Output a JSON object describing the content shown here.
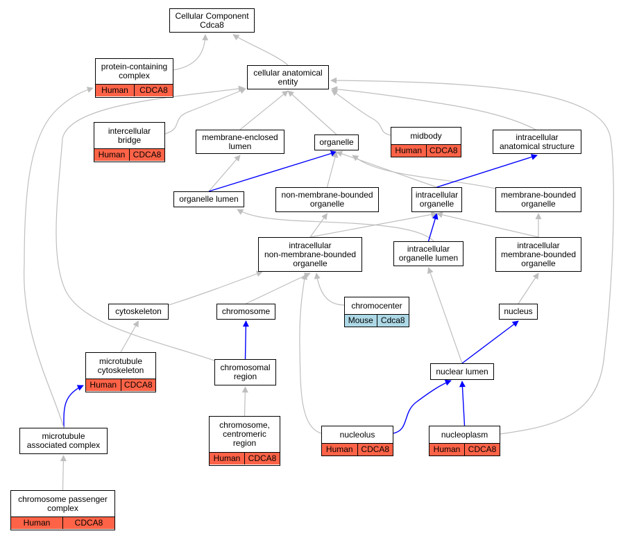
{
  "colors": {
    "human": "#ff6347",
    "mouse": "#add8e6",
    "edge_gray": "#bebebe",
    "edge_blue": "#0000ff"
  },
  "nodes": {
    "cc": {
      "label": "Cellular Component\nCdca8"
    },
    "pcc": {
      "label": "protein-containing\ncomplex",
      "tags": [
        "Human",
        "CDCA8"
      ]
    },
    "cae": {
      "label": "cellular anatomical\nentity"
    },
    "ib": {
      "label": "intercellular\nbridge",
      "tags": [
        "Human",
        "CDCA8"
      ]
    },
    "mel": {
      "label": "membrane-enclosed\nlumen"
    },
    "org": {
      "label": "organelle"
    },
    "mid": {
      "label": "midbody",
      "tags": [
        "Human",
        "CDCA8"
      ]
    },
    "ias": {
      "label": "intracellular\nanatomical structure"
    },
    "ol": {
      "label": "organelle lumen"
    },
    "nmbo": {
      "label": "non-membrane-bounded\norganelle"
    },
    "io": {
      "label": "intracellular\norganelle"
    },
    "mbo": {
      "label": "membrane-bounded\norganelle"
    },
    "inmbo": {
      "label": "intracellular\nnon-membrane-bounded\norganelle"
    },
    "iol": {
      "label": "intracellular\norganelle lumen"
    },
    "imbo": {
      "label": "intracellular\nmembrane-bounded\norganelle"
    },
    "cyto": {
      "label": "cytoskeleton"
    },
    "chrom": {
      "label": "chromosome"
    },
    "cc2": {
      "label": "chromocenter",
      "tags": [
        "Mouse",
        "Cdca8"
      ]
    },
    "nuc": {
      "label": "nucleus"
    },
    "mtc": {
      "label": "microtubule\ncytoskeleton",
      "tags": [
        "Human",
        "CDCA8"
      ]
    },
    "cr": {
      "label": "chromosomal\nregion"
    },
    "nl": {
      "label": "nuclear lumen"
    },
    "mac": {
      "label": "microtubule\nassociated complex"
    },
    "ccr": {
      "label": "chromosome,\ncentromeric\nregion",
      "tags": [
        "Human",
        "CDCA8"
      ]
    },
    "nuo": {
      "label": "nucleolus",
      "tags": [
        "Human",
        "CDCA8"
      ]
    },
    "nup": {
      "label": "nucleoplasm",
      "tags": [
        "Human",
        "CDCA8"
      ]
    },
    "cpc": {
      "label": "chromosome passenger\ncomplex",
      "tags": [
        "Human",
        "CDCA8"
      ]
    }
  },
  "edges": [
    {
      "from": "pcc",
      "to": "cc",
      "color": "gray"
    },
    {
      "from": "cae",
      "to": "cc",
      "color": "gray"
    },
    {
      "from": "ib",
      "to": "cae",
      "color": "gray"
    },
    {
      "from": "mel",
      "to": "cae",
      "color": "gray"
    },
    {
      "from": "org",
      "to": "cae",
      "color": "gray"
    },
    {
      "from": "mid",
      "to": "cae",
      "color": "gray"
    },
    {
      "from": "ias",
      "to": "cae",
      "color": "gray"
    },
    {
      "from": "ol",
      "to": "mel",
      "color": "gray"
    },
    {
      "from": "ol",
      "to": "org",
      "color": "blue"
    },
    {
      "from": "nmbo",
      "to": "org",
      "color": "gray"
    },
    {
      "from": "io",
      "to": "org",
      "color": "gray"
    },
    {
      "from": "mbo",
      "to": "org",
      "color": "gray"
    },
    {
      "from": "io",
      "to": "ias",
      "color": "blue"
    },
    {
      "from": "inmbo",
      "to": "nmbo",
      "color": "gray"
    },
    {
      "from": "inmbo",
      "to": "io",
      "color": "gray"
    },
    {
      "from": "iol",
      "to": "ol",
      "color": "gray"
    },
    {
      "from": "iol",
      "to": "io",
      "color": "blue"
    },
    {
      "from": "imbo",
      "to": "io",
      "color": "gray"
    },
    {
      "from": "imbo",
      "to": "mbo",
      "color": "gray"
    },
    {
      "from": "cyto",
      "to": "inmbo",
      "color": "gray"
    },
    {
      "from": "chrom",
      "to": "inmbo",
      "color": "gray"
    },
    {
      "from": "cc2",
      "to": "inmbo",
      "color": "gray"
    },
    {
      "from": "nuc",
      "to": "imbo",
      "color": "gray"
    },
    {
      "from": "mtc",
      "to": "cyto",
      "color": "gray"
    },
    {
      "from": "cr",
      "to": "chrom",
      "color": "blue"
    },
    {
      "from": "cr",
      "to": "cae",
      "color": "gray"
    },
    {
      "from": "nl",
      "to": "iol",
      "color": "gray"
    },
    {
      "from": "nl",
      "to": "nuc",
      "color": "blue"
    },
    {
      "from": "mac",
      "to": "mtc",
      "color": "blue"
    },
    {
      "from": "mac",
      "to": "pcc",
      "color": "gray"
    },
    {
      "from": "ccr",
      "to": "cr",
      "color": "gray"
    },
    {
      "from": "nuo",
      "to": "inmbo",
      "color": "gray"
    },
    {
      "from": "nuo",
      "to": "nl",
      "color": "blue"
    },
    {
      "from": "nup",
      "to": "nl",
      "color": "blue"
    },
    {
      "from": "nup",
      "to": "cae",
      "color": "gray"
    },
    {
      "from": "cpc",
      "to": "mac",
      "color": "gray"
    }
  ]
}
